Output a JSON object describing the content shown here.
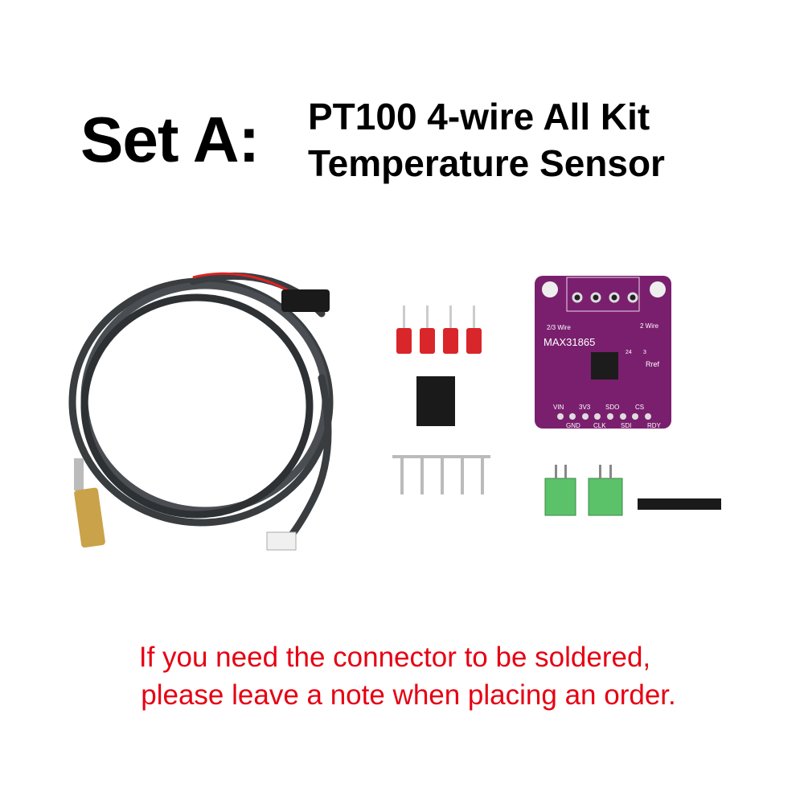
{
  "header": {
    "set_label": "Set A:",
    "title_line1": "PT100 4-wire All Kit",
    "title_line2": "Temperature Sensor"
  },
  "board": {
    "chip": "MAX31865",
    "labels": [
      "2/3 Wire",
      "2 Wire",
      "24",
      "3",
      "Rref",
      "VIN",
      "GND",
      "3V3",
      "CLK",
      "SDO",
      "SDI",
      "CS",
      "RDY"
    ],
    "color": "#7a1f6e"
  },
  "footer": {
    "line1": "If you need the connector to be soldered,",
    "line2": "please leave a note when placing an order.",
    "color": "#e60012"
  }
}
